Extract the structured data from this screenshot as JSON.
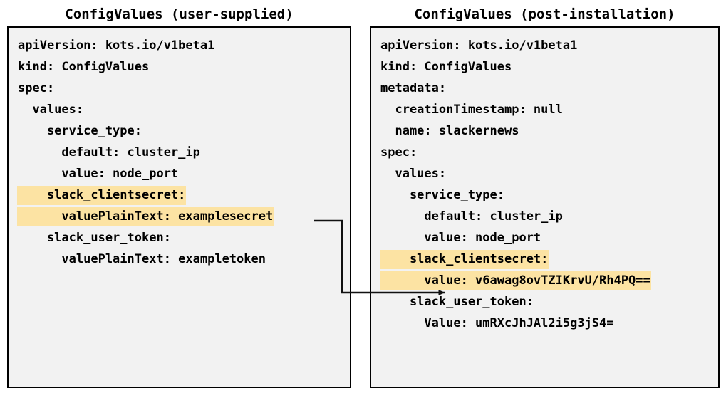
{
  "diagram": {
    "title_left": "ConfigValues (user-supplied)",
    "title_right": "ConfigValues (post-installation)",
    "highlight_color": "#fce3a3",
    "panel_background": "#f2f2f2",
    "border_color": "#000000",
    "connector": {
      "label": "",
      "from": "left-panel valuePlainText: examplesecret",
      "to": "right-panel value: v6awag8ovTZIKrvU/Rh4PQ=="
    }
  },
  "left_panel": {
    "lines": [
      {
        "text": "apiVersion: kots.io/v1beta1",
        "highlight": false
      },
      {
        "text": "kind: ConfigValues",
        "highlight": false
      },
      {
        "text": "spec:",
        "highlight": false
      },
      {
        "text": "  values:",
        "highlight": false
      },
      {
        "text": "    service_type:",
        "highlight": false
      },
      {
        "text": "      default: cluster_ip",
        "highlight": false
      },
      {
        "text": "      value: node_port",
        "highlight": false
      },
      {
        "text": "    slack_clientsecret:",
        "highlight": true
      },
      {
        "text": "      valuePlainText: examplesecret",
        "highlight": true
      },
      {
        "text": "    slack_user_token:",
        "highlight": false
      },
      {
        "text": "      valuePlainText: exampletoken",
        "highlight": false
      }
    ]
  },
  "right_panel": {
    "lines": [
      {
        "text": "apiVersion: kots.io/v1beta1",
        "highlight": false
      },
      {
        "text": "kind: ConfigValues",
        "highlight": false
      },
      {
        "text": "metadata:",
        "highlight": false
      },
      {
        "text": "  creationTimestamp: null",
        "highlight": false
      },
      {
        "text": "  name: slackernews",
        "highlight": false
      },
      {
        "text": "spec:",
        "highlight": false
      },
      {
        "text": "  values:",
        "highlight": false
      },
      {
        "text": "    service_type:",
        "highlight": false
      },
      {
        "text": "      default: cluster_ip",
        "highlight": false
      },
      {
        "text": "      value: node_port",
        "highlight": false
      },
      {
        "text": "    slack_clientsecret:",
        "highlight": true
      },
      {
        "text": "      value: v6awag8ovTZIKrvU/Rh4PQ==",
        "highlight": true
      },
      {
        "text": "    slack_user_token:",
        "highlight": false
      },
      {
        "text": "      Value: umRXcJhJAl2i5g3jS4=",
        "highlight": false
      }
    ]
  }
}
